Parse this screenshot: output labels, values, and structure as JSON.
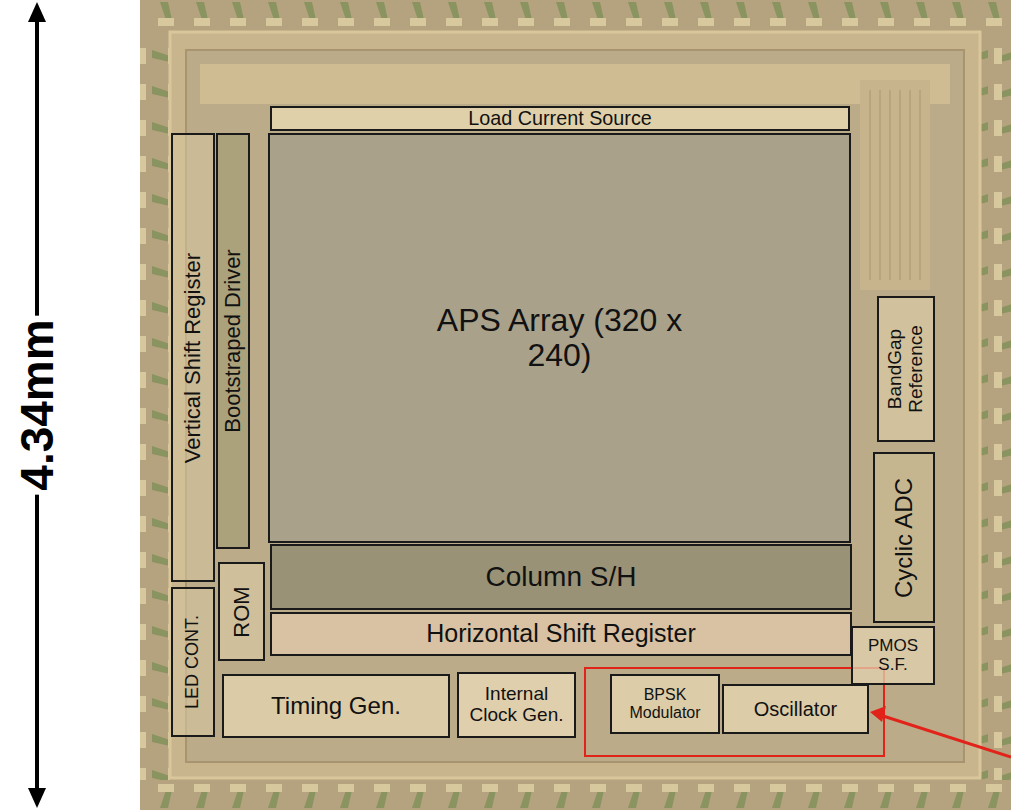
{
  "diagram": {
    "nodes": [
      {
        "text": [
          "Load Current Source"
        ]
      },
      {
        "text": [
          "Vertical Shift Register"
        ]
      },
      {
        "text": [
          "Bootstraped Driver"
        ]
      },
      {
        "text": [
          "APS Array (320 x 240)"
        ]
      },
      {
        "text": [
          "BandGap Reference"
        ]
      },
      {
        "text": [
          "Cyclic ADC"
        ]
      },
      {
        "text": [
          "Column S/H"
        ]
      },
      {
        "text": [
          "ROM"
        ]
      },
      {
        "text": [
          "LED CONT."
        ]
      },
      {
        "text": [
          "Horizontal Shift Register"
        ]
      },
      {
        "text": [
          "PMOS S.F."
        ]
      },
      {
        "text": [
          "Timing Gen."
        ]
      },
      {
        "text": [
          "Internal Clock Gen."
        ]
      },
      {
        "text": [
          "BPSK Modulator"
        ]
      },
      {
        "text": [
          "Oscillator"
        ]
      }
    ],
    "labels": [
      "4.34mm"
    ]
  }
}
